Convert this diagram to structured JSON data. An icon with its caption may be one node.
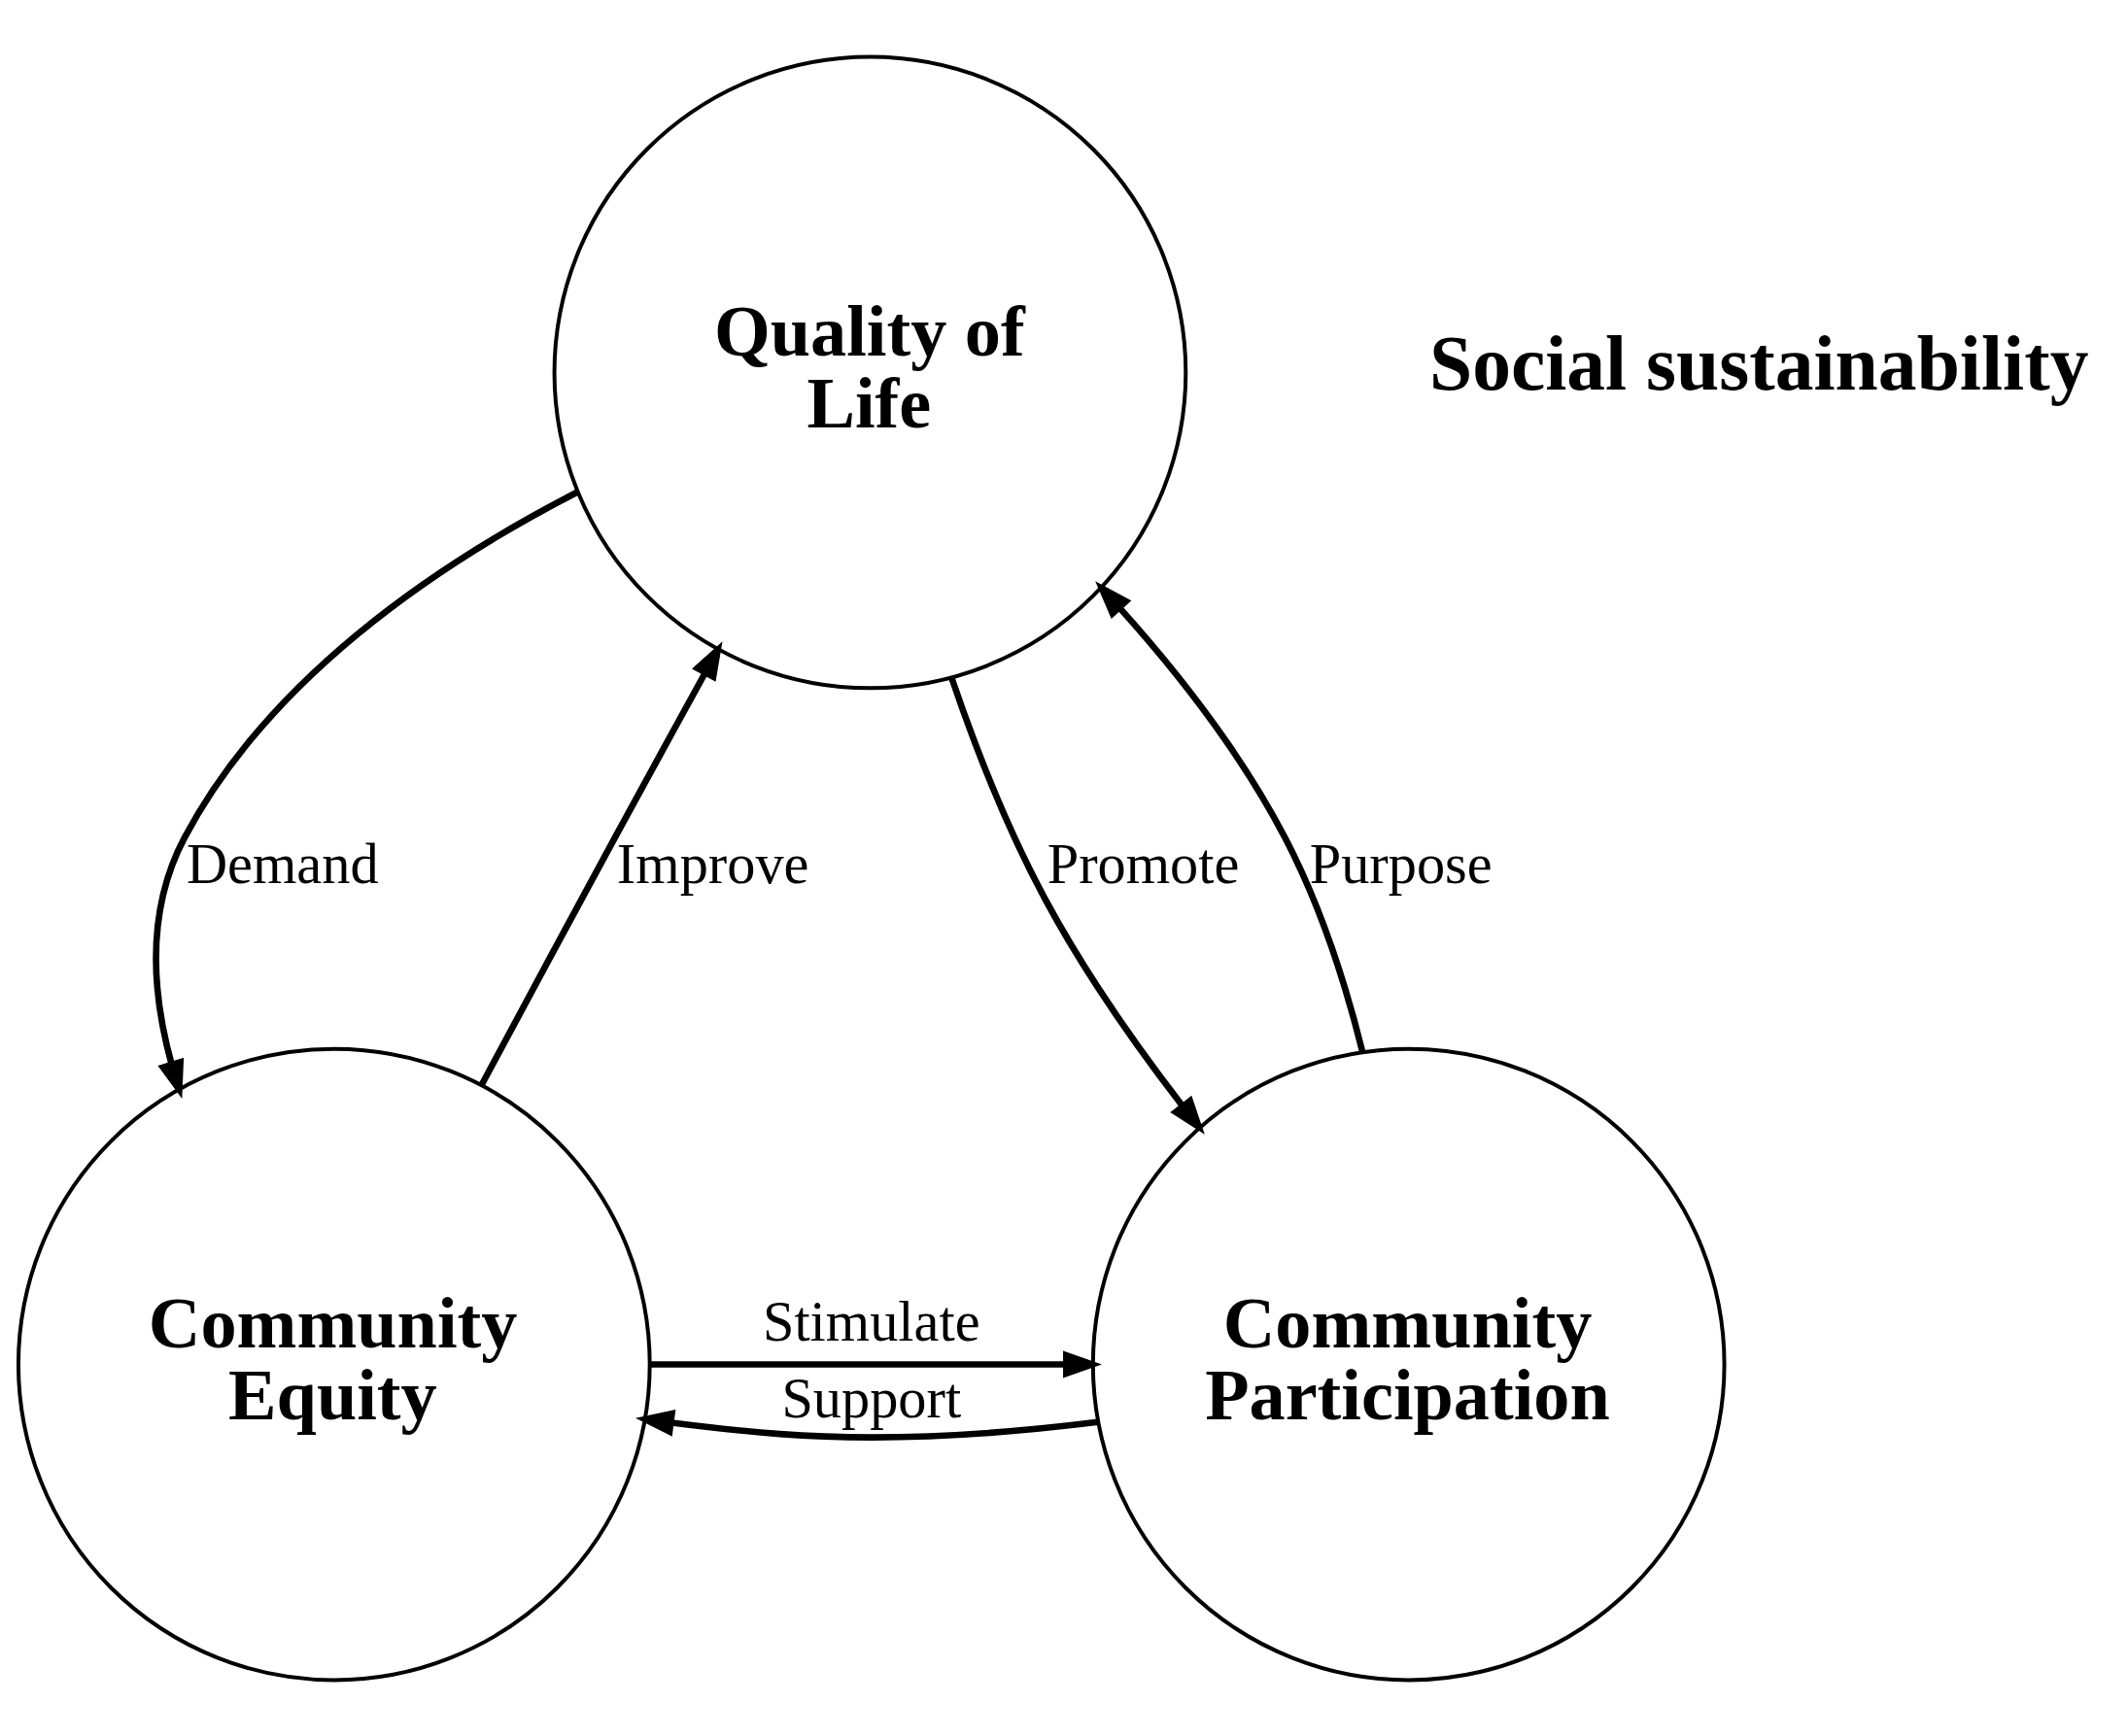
{
  "diagram": {
    "nodes": [
      {
        "text": [
          "Quality of Life"
        ]
      },
      {
        "text": [
          "Community Equity"
        ]
      },
      {
        "text": [
          "Community Participation"
        ]
      }
    ],
    "edges": [
      {
        "from": 0,
        "to": 1,
        "arrow": "to",
        "label": "Demand"
      },
      {
        "from": 1,
        "to": 0,
        "arrow": "to",
        "label": "Improve"
      },
      {
        "from": 0,
        "to": 2,
        "arrow": "to",
        "label": "Promote"
      },
      {
        "from": 2,
        "to": 0,
        "arrow": "to",
        "label": "Purpose"
      },
      {
        "from": 1,
        "to": 2,
        "arrow": "to",
        "label": "Stimulate"
      },
      {
        "from": 2,
        "to": 1,
        "arrow": "to",
        "label": "Support"
      }
    ],
    "labels": [
      "Social sustainability"
    ]
  }
}
